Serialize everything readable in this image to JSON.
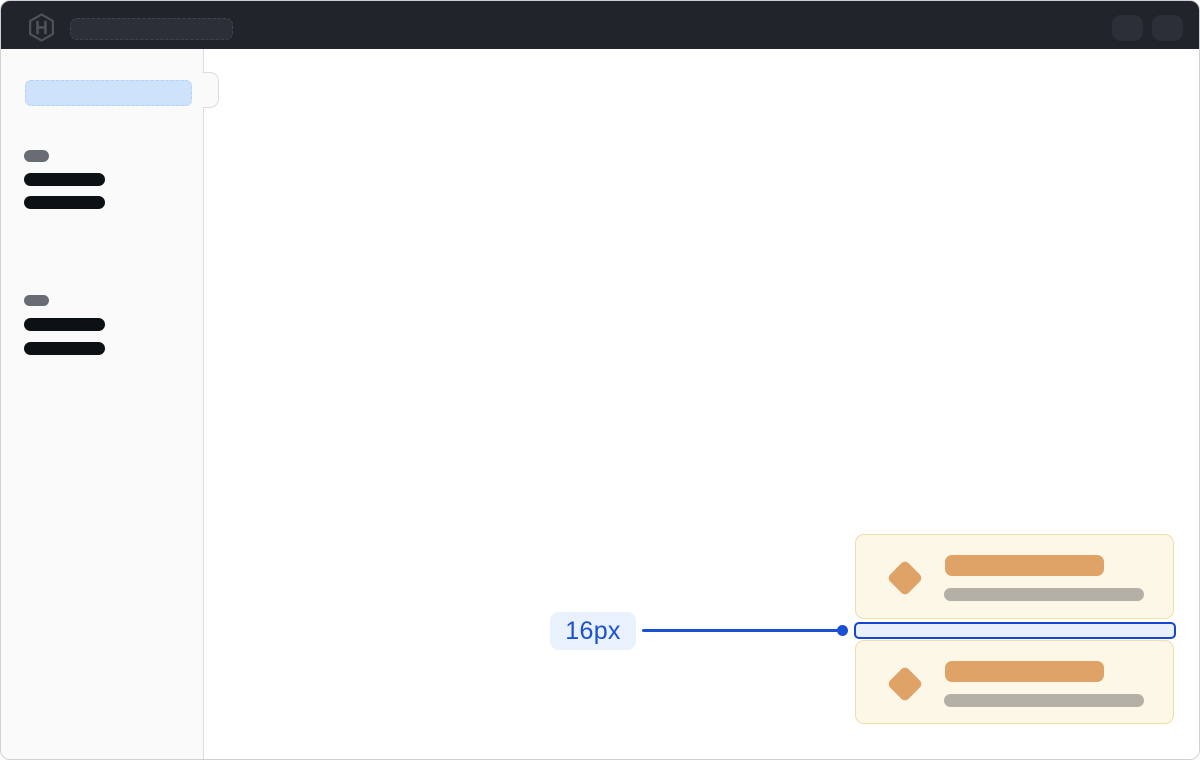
{
  "topbar": {
    "bg_color": "#21242a",
    "logo_icon": "hashicorp-logo-icon",
    "logo_color": "#4e535b",
    "search_skeleton_color": "#2b2f37",
    "action_button_count": 2
  },
  "sidebar": {
    "bg_color": "#fafafa",
    "active_item_color": "#cfe2fc",
    "toggle_handle_icon": "sidebar-collapse-handle",
    "groups": [
      {
        "label_skeleton_color": "#686d75",
        "item_skeleton_color": "#0d1015",
        "item_count": 2
      },
      {
        "label_skeleton_color": "#686d75",
        "item_skeleton_color": "#0d1015",
        "item_count": 2
      }
    ]
  },
  "main": {
    "bg_color": "#ffffff",
    "cards": {
      "count": 2,
      "bg_color": "#fdf7e7",
      "border_color": "#f2ddab",
      "marker_icon": "diamond-icon",
      "accent_bar_color": "#dfa368",
      "muted_bar_color": "#b4b0a8"
    }
  },
  "spacing_annotation": {
    "label": "16px",
    "text_color": "#1b50d5",
    "label_bg_color": "#e9f1fd",
    "line_color": "#1b50d5",
    "highlight_border_color": "#1546d2",
    "highlight_fill_color": "#e9f0fc"
  }
}
